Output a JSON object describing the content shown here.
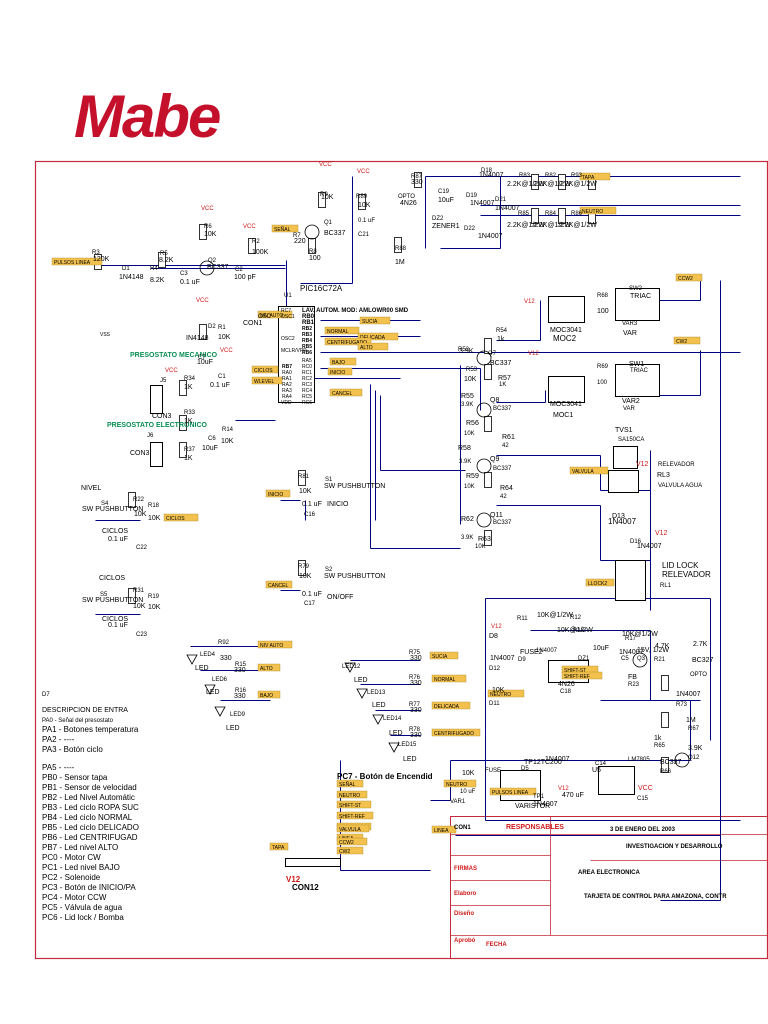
{
  "logo": "Mabe",
  "colors": {
    "brand": "#c5102c",
    "border": "#c52a3a",
    "wire": "#000080",
    "label_bg": "#f2c14e",
    "green_text": "#0a8f55",
    "red_text": "#d01818"
  },
  "labels": [
    {
      "text": "VCC",
      "c": "r"
    },
    {
      "text": "VCC",
      "c": "r"
    },
    {
      "text": "VCC",
      "c": "r"
    },
    {
      "text": "VCC",
      "c": "r"
    },
    {
      "text": "VCC",
      "c": "r"
    },
    {
      "text": "VCC",
      "c": "r"
    },
    {
      "text": "VCC",
      "c": "r"
    },
    {
      "text": "R87",
      "c": "k"
    },
    {
      "text": "330",
      "c": "k"
    },
    {
      "text": "D18",
      "c": "k"
    },
    {
      "text": "1N4007",
      "c": "k"
    },
    {
      "text": "R83",
      "c": "k"
    },
    {
      "text": "2.2K@1/2W",
      "c": "k"
    },
    {
      "text": "R82",
      "c": "k"
    },
    {
      "text": "2.2K@1/2W",
      "c": "k"
    },
    {
      "text": "R93",
      "c": "k"
    },
    {
      "text": "2.2K@1/2W",
      "c": "k"
    },
    {
      "text": "R9",
      "c": "k"
    },
    {
      "text": "10K",
      "c": "k"
    },
    {
      "text": "R89",
      "c": "k"
    },
    {
      "text": "10K",
      "c": "k"
    },
    {
      "text": "OPTO",
      "c": "k"
    },
    {
      "text": "4N26",
      "c": "k"
    },
    {
      "text": "C19",
      "c": "k"
    },
    {
      "text": "10uF",
      "c": "k"
    },
    {
      "text": "D19",
      "c": "k"
    },
    {
      "text": "1N4007",
      "c": "k"
    },
    {
      "text": "D21",
      "c": "k"
    },
    {
      "text": "1N4007",
      "c": "k"
    },
    {
      "text": "R6",
      "c": "k"
    },
    {
      "text": "10K",
      "c": "k"
    },
    {
      "text": "Q1",
      "c": "k"
    },
    {
      "text": "BC337",
      "c": "k"
    },
    {
      "text": "0.1 uF",
      "c": "k"
    },
    {
      "text": "C21",
      "c": "k"
    },
    {
      "text": "DZ2",
      "c": "k"
    },
    {
      "text": "ZENER1",
      "c": "k"
    },
    {
      "text": "D22",
      "c": "k"
    },
    {
      "text": "1N4007",
      "c": "k"
    },
    {
      "text": "R85",
      "c": "k"
    },
    {
      "text": "2.2K@1/2W",
      "c": "k"
    },
    {
      "text": "R84",
      "c": "k"
    },
    {
      "text": "2.2K@1/2W",
      "c": "k"
    },
    {
      "text": "R86",
      "c": "k"
    },
    {
      "text": "2.2K@1/2W",
      "c": "k"
    },
    {
      "text": "R7",
      "c": "k"
    },
    {
      "text": "220",
      "c": "k"
    },
    {
      "text": "R8",
      "c": "k"
    },
    {
      "text": "100",
      "c": "k"
    },
    {
      "text": "R2",
      "c": "k"
    },
    {
      "text": "100K",
      "c": "k"
    },
    {
      "text": "C2",
      "c": "k"
    },
    {
      "text": "100 pF",
      "c": "k"
    },
    {
      "text": "R88",
      "c": "k"
    },
    {
      "text": "1M",
      "c": "k"
    },
    {
      "text": "R3",
      "c": "k"
    },
    {
      "text": "120K",
      "c": "k"
    },
    {
      "text": "R5",
      "c": "k"
    },
    {
      "text": "8.2K",
      "c": "k"
    },
    {
      "text": "Q2",
      "c": "k"
    },
    {
      "text": "BC337",
      "c": "k"
    },
    {
      "text": "D1",
      "c": "k"
    },
    {
      "text": "1N4148",
      "c": "k"
    },
    {
      "text": "R4",
      "c": "k"
    },
    {
      "text": "8.2K",
      "c": "k"
    },
    {
      "text": "C3",
      "c": "k"
    },
    {
      "text": "0.1 uF",
      "c": "k"
    },
    {
      "text": "U1",
      "c": "k"
    },
    {
      "text": "PIC16C72A",
      "c": "k"
    },
    {
      "text": "OSC",
      "c": "k"
    },
    {
      "text": "CON1",
      "c": "k"
    },
    {
      "text": "D2",
      "c": "k"
    },
    {
      "text": "IN4148",
      "c": "k"
    },
    {
      "text": "R1",
      "c": "k"
    },
    {
      "text": "10K",
      "c": "k"
    },
    {
      "text": "PRESOSTATO MECANICO",
      "c": "g"
    },
    {
      "text": "PRESOSTATO ELECTRONICO",
      "c": "g"
    },
    {
      "text": "R34",
      "c": "k"
    },
    {
      "text": "1K",
      "c": "k"
    },
    {
      "text": "J5",
      "c": "k"
    },
    {
      "text": "CON3",
      "c": "k"
    },
    {
      "text": "C1",
      "c": "k"
    },
    {
      "text": "0.1 uF",
      "c": "k"
    },
    {
      "text": "C7",
      "c": "k"
    },
    {
      "text": "10uF",
      "c": "k"
    },
    {
      "text": "R33",
      "c": "k"
    },
    {
      "text": "1K",
      "c": "k"
    },
    {
      "text": "R14",
      "c": "k"
    },
    {
      "text": "10K",
      "c": "k"
    },
    {
      "text": "C6",
      "c": "k"
    },
    {
      "text": "10uF",
      "c": "k"
    },
    {
      "text": "J6",
      "c": "k"
    },
    {
      "text": "CON3",
      "c": "k"
    },
    {
      "text": "R37",
      "c": "k"
    },
    {
      "text": "1K",
      "c": "k"
    },
    {
      "text": "NIVEL",
      "c": "k"
    },
    {
      "text": "S4",
      "c": "k"
    },
    {
      "text": "SW PUSHBUTTON",
      "c": "k"
    },
    {
      "text": "R22",
      "c": "k"
    },
    {
      "text": "10K",
      "c": "k"
    },
    {
      "text": "R18",
      "c": "k"
    },
    {
      "text": "10K",
      "c": "k"
    },
    {
      "text": "CICLOS",
      "c": "k"
    },
    {
      "text": "0.1 uF",
      "c": "k"
    },
    {
      "text": "C22",
      "c": "k"
    },
    {
      "text": "CICLOS",
      "c": "k"
    },
    {
      "text": "S5",
      "c": "k"
    },
    {
      "text": "SW PUSHBUTTON",
      "c": "k"
    },
    {
      "text": "R31",
      "c": "k"
    },
    {
      "text": "10K",
      "c": "k"
    },
    {
      "text": "R19",
      "c": "k"
    },
    {
      "text": "10K",
      "c": "k"
    },
    {
      "text": "CICLOS",
      "c": "k"
    },
    {
      "text": "0.1 uF",
      "c": "k"
    },
    {
      "text": "C23",
      "c": "k"
    },
    {
      "text": "R81",
      "c": "k"
    },
    {
      "text": "10K",
      "c": "k"
    },
    {
      "text": "S1",
      "c": "k"
    },
    {
      "text": "SW PUSHBUTTON",
      "c": "k"
    },
    {
      "text": "INICIO",
      "c": "k"
    },
    {
      "text": "0.1 uF",
      "c": "k"
    },
    {
      "text": "C16",
      "c": "k"
    },
    {
      "text": "R79",
      "c": "k"
    },
    {
      "text": "10K",
      "c": "k"
    },
    {
      "text": "S2",
      "c": "k"
    },
    {
      "text": "SW PUSHBUTTON",
      "c": "k"
    },
    {
      "text": "ON/OFF",
      "c": "k"
    },
    {
      "text": "0.1 uF",
      "c": "k"
    },
    {
      "text": "C17",
      "c": "k"
    },
    {
      "text": "R92",
      "c": "k"
    },
    {
      "text": "330",
      "c": "k"
    },
    {
      "text": "LED4",
      "c": "k"
    },
    {
      "text": "LED",
      "c": "k"
    },
    {
      "text": "R15",
      "c": "k"
    },
    {
      "text": "330",
      "c": "k"
    },
    {
      "text": "LED6",
      "c": "k"
    },
    {
      "text": "LED",
      "c": "k"
    },
    {
      "text": "R16",
      "c": "k"
    },
    {
      "text": "330",
      "c": "k"
    },
    {
      "text": "LED9",
      "c": "k"
    },
    {
      "text": "LED",
      "c": "k"
    },
    {
      "text": "R75",
      "c": "k"
    },
    {
      "text": "330",
      "c": "k"
    },
    {
      "text": "LED12",
      "c": "k"
    },
    {
      "text": "LED",
      "c": "k"
    },
    {
      "text": "R76",
      "c": "k"
    },
    {
      "text": "330",
      "c": "k"
    },
    {
      "text": "LED13",
      "c": "k"
    },
    {
      "text": "LED",
      "c": "k"
    },
    {
      "text": "R77",
      "c": "k"
    },
    {
      "text": "330",
      "c": "k"
    },
    {
      "text": "LED14",
      "c": "k"
    },
    {
      "text": "LED",
      "c": "k"
    },
    {
      "text": "R78",
      "c": "k"
    },
    {
      "text": "330",
      "c": "k"
    },
    {
      "text": "LED15",
      "c": "k"
    },
    {
      "text": "LED",
      "c": "k"
    },
    {
      "text": "V12",
      "c": "r"
    },
    {
      "text": "R68",
      "c": "k"
    },
    {
      "text": "100",
      "c": "k"
    },
    {
      "text": "SW2",
      "c": "k"
    },
    {
      "text": "TRIAC",
      "c": "k"
    },
    {
      "text": "R54",
      "c": "k"
    },
    {
      "text": "1k",
      "c": "k"
    },
    {
      "text": "MOC3041",
      "c": "k"
    },
    {
      "text": "MOC2",
      "c": "k"
    },
    {
      "text": "VAR3",
      "c": "k"
    },
    {
      "text": "VAR",
      "c": "k"
    },
    {
      "text": "R52",
      "c": "k"
    },
    {
      "text": "3.9K",
      "c": "k"
    },
    {
      "text": "Q7",
      "c": "k"
    },
    {
      "text": "BC337",
      "c": "k"
    },
    {
      "text": "R53",
      "c": "k"
    },
    {
      "text": "10K",
      "c": "k"
    },
    {
      "text": "V12",
      "c": "r"
    },
    {
      "text": "R57",
      "c": "k"
    },
    {
      "text": "1K",
      "c": "k"
    },
    {
      "text": "R55",
      "c": "k"
    },
    {
      "text": "3.9K",
      "c": "k"
    },
    {
      "text": "Q8",
      "c": "k"
    },
    {
      "text": "BC337",
      "c": "k"
    },
    {
      "text": "R56",
      "c": "k"
    },
    {
      "text": "10K",
      "c": "k"
    },
    {
      "text": "MOC3041",
      "c": "k"
    },
    {
      "text": "MOC1",
      "c": "k"
    },
    {
      "text": "R69",
      "c": "k"
    },
    {
      "text": "100",
      "c": "k"
    },
    {
      "text": "SW1",
      "c": "k"
    },
    {
      "text": "TRIAC",
      "c": "k"
    },
    {
      "text": "VAR2",
      "c": "k"
    },
    {
      "text": "VAR",
      "c": "k"
    },
    {
      "text": "TVS1",
      "c": "k"
    },
    {
      "text": "SA150CA",
      "c": "k"
    },
    {
      "text": "R61",
      "c": "k"
    },
    {
      "text": "42",
      "c": "k"
    },
    {
      "text": "R58",
      "c": "k"
    },
    {
      "text": "3.9K",
      "c": "k"
    },
    {
      "text": "Q9",
      "c": "k"
    },
    {
      "text": "BC337",
      "c": "k"
    },
    {
      "text": "R59",
      "c": "k"
    },
    {
      "text": "10K",
      "c": "k"
    },
    {
      "text": "V12",
      "c": "r"
    },
    {
      "text": "RELEVADOR",
      "c": "k"
    },
    {
      "text": "RL3",
      "c": "k"
    },
    {
      "text": "VALVULA AGUA",
      "c": "k"
    },
    {
      "text": "D13",
      "c": "k"
    },
    {
      "text": "1N4007",
      "c": "k"
    },
    {
      "text": "R64",
      "c": "k"
    },
    {
      "text": "42",
      "c": "k"
    },
    {
      "text": "R62",
      "c": "k"
    },
    {
      "text": "3.9K",
      "c": "k"
    },
    {
      "text": "Q11",
      "c": "k"
    },
    {
      "text": "BC337",
      "c": "k"
    },
    {
      "text": "R63",
      "c": "k"
    },
    {
      "text": "10K",
      "c": "k"
    },
    {
      "text": "V12",
      "c": "r"
    },
    {
      "text": "D16",
      "c": "k"
    },
    {
      "text": "1N4007",
      "c": "k"
    },
    {
      "text": "LID LOCK",
      "c": "k"
    },
    {
      "text": "RELEVADOR",
      "c": "k"
    },
    {
      "text": "RL1",
      "c": "k"
    },
    {
      "text": "R11",
      "c": "k"
    },
    {
      "text": "10K@1/2W",
      "c": "k"
    },
    {
      "text": "R12",
      "c": "k"
    },
    {
      "text": "10K@1/2W",
      "c": "k"
    },
    {
      "text": "R13",
      "c": "k"
    },
    {
      "text": "10K@1/2W",
      "c": "k"
    },
    {
      "text": "R17",
      "c": "k"
    },
    {
      "text": "4.7K",
      "c": "k"
    },
    {
      "text": "R21",
      "c": "k"
    },
    {
      "text": "2.7K",
      "c": "k"
    },
    {
      "text": "V12",
      "c": "r"
    },
    {
      "text": "D8",
      "c": "k"
    },
    {
      "text": "1N4007",
      "c": "k"
    },
    {
      "text": "FUSE2",
      "c": "k"
    },
    {
      "text": "D9",
      "c": "k"
    },
    {
      "text": "1N4007",
      "c": "k"
    },
    {
      "text": "D12",
      "c": "k"
    },
    {
      "text": "1N4007",
      "c": "k"
    },
    {
      "text": "C5",
      "c": "k"
    },
    {
      "text": "10uF",
      "c": "k"
    },
    {
      "text": "DZ1",
      "c": "k"
    },
    {
      "text": "15V, 1/2W",
      "c": "k"
    },
    {
      "text": "Q3",
      "c": "k"
    },
    {
      "text": "BC327",
      "c": "k"
    },
    {
      "text": "OPTO",
      "c": "k"
    },
    {
      "text": "4N26",
      "c": "k"
    },
    {
      "text": "C18",
      "c": "k"
    },
    {
      "text": "FB",
      "c": "k"
    },
    {
      "text": "R23",
      "c": "k"
    },
    {
      "text": "10K",
      "c": "k"
    },
    {
      "text": "D11",
      "c": "k"
    },
    {
      "text": "1N4007",
      "c": "k"
    },
    {
      "text": "R73",
      "c": "k"
    },
    {
      "text": "1M",
      "c": "k"
    },
    {
      "text": "R67",
      "c": "k"
    },
    {
      "text": "1k",
      "c": "k"
    },
    {
      "text": "R65",
      "c": "k"
    },
    {
      "text": "3.9K",
      "c": "k"
    },
    {
      "text": "Q12",
      "c": "k"
    },
    {
      "text": "BC337",
      "c": "k"
    },
    {
      "text": "R66",
      "c": "k"
    },
    {
      "text": "10K",
      "c": "k"
    },
    {
      "text": "FUSE",
      "c": "k"
    },
    {
      "text": "TP12TC200",
      "c": "k"
    },
    {
      "text": "D5",
      "c": "k"
    },
    {
      "text": "1N4007",
      "c": "k"
    },
    {
      "text": "V12",
      "c": "r"
    },
    {
      "text": "470 uF",
      "c": "k"
    },
    {
      "text": "C14",
      "c": "k"
    },
    {
      "text": "U5",
      "c": "k"
    },
    {
      "text": "LM7805",
      "c": "k"
    },
    {
      "text": "VCC",
      "c": "r"
    },
    {
      "text": "C15",
      "c": "k"
    },
    {
      "text": "10 uF",
      "c": "k"
    },
    {
      "text": "VAR1",
      "c": "k"
    },
    {
      "text": "VARISTOR",
      "c": "k"
    },
    {
      "text": "TP1",
      "c": "k"
    },
    {
      "text": "1N4007",
      "c": "k"
    },
    {
      "text": "D7",
      "c": "k"
    },
    {
      "text": "DESCRIPCION DE ENTRA",
      "c": "k"
    },
    {
      "text": "PA0 - Señal del presostato",
      "c": "k"
    },
    {
      "text": "PA1 - Botones temperatura",
      "c": "k"
    },
    {
      "text": "PA2 - ----",
      "c": "k"
    },
    {
      "text": "PA3 - Botón ciclo",
      "c": "k"
    },
    {
      "text": "PA5 - ----",
      "c": "k"
    },
    {
      "text": "PB0 - Sensor tapa",
      "c": "k"
    },
    {
      "text": "PB1 - Sensor de velocidad",
      "c": "k"
    },
    {
      "text": "PB2 - Led Nivel Automátic",
      "c": "k"
    },
    {
      "text": "PB3 - Led ciclo ROPA SUC",
      "c": "k"
    },
    {
      "text": "PB4 - Led ciclo NORMAL",
      "c": "k"
    },
    {
      "text": "PB5 - Led ciclo DELICADO",
      "c": "k"
    },
    {
      "text": "PB6 - Led CENTRIFUGAD",
      "c": "k"
    },
    {
      "text": "PB7 - Led nivel  ALTO",
      "c": "k"
    },
    {
      "text": "PC0 - Motor CW",
      "c": "k"
    },
    {
      "text": "PC1 - Led nivel BAJO",
      "c": "k"
    },
    {
      "text": "PC2 - Solenoide",
      "c": "k"
    },
    {
      "text": "PC3 - Botón de INICIO/PA",
      "c": "k"
    },
    {
      "text": "PC4 - Motor CCW",
      "c": "k"
    },
    {
      "text": "PC5 - Válvula de agua",
      "c": "k"
    },
    {
      "text": "PC6 - Lid lock / Bomba",
      "c": "k"
    },
    {
      "text": "PC7 - Botón de Encendid",
      "c": "k"
    },
    {
      "text": "V12",
      "c": "r"
    },
    {
      "text": "CON12",
      "c": "k"
    },
    {
      "text": "CON1",
      "c": "k"
    },
    {
      "text": "RESPONSABLES",
      "c": "r"
    },
    {
      "text": "FIRMAS",
      "c": "r"
    },
    {
      "text": "Elaboro",
      "c": "r"
    },
    {
      "text": "Diseño",
      "c": "r"
    },
    {
      "text": "Aprobó",
      "c": "r"
    },
    {
      "text": "FECHA",
      "c": "r"
    },
    {
      "text": "3 DE ENERO DEL 2003",
      "c": "k"
    },
    {
      "text": "INVESTIGACION Y DESARROLLO",
      "c": "k"
    },
    {
      "text": "AREA ELECTRONICA",
      "c": "k"
    },
    {
      "text": "TARJETA DE CONTROL PARA AMAZONA, CONTR",
      "c": "k"
    },
    {
      "text": "LAV. AUTOM. MOD: AMLOWR00   SMD",
      "c": "k"
    },
    {
      "text": "RB0",
      "c": "k"
    },
    {
      "text": "RB1",
      "c": "k"
    },
    {
      "text": "RB2",
      "c": "k"
    },
    {
      "text": "RB3",
      "c": "k"
    },
    {
      "text": "RB4",
      "c": "k"
    },
    {
      "text": "RB5",
      "c": "k"
    },
    {
      "text": "RB6",
      "c": "k"
    },
    {
      "text": "RB7",
      "c": "k"
    },
    {
      "text": "RA0",
      "c": "k"
    },
    {
      "text": "RA1",
      "c": "k"
    },
    {
      "text": "RA2",
      "c": "k"
    },
    {
      "text": "RA3",
      "c": "k"
    },
    {
      "text": "RA4",
      "c": "k"
    },
    {
      "text": "RA5",
      "c": "k"
    },
    {
      "text": "RC0",
      "c": "k"
    },
    {
      "text": "RC1",
      "c": "k"
    },
    {
      "text": "RC2",
      "c": "k"
    },
    {
      "text": "RC3",
      "c": "k"
    },
    {
      "text": "RC4",
      "c": "k"
    },
    {
      "text": "RC5",
      "c": "k"
    },
    {
      "text": "RC6",
      "c": "k"
    },
    {
      "text": "RC7",
      "c": "k"
    },
    {
      "text": "OSC1",
      "c": "k"
    },
    {
      "text": "OSC2",
      "c": "k"
    },
    {
      "text": "MCLR/VPP",
      "c": "k"
    },
    {
      "text": "VDD",
      "c": "k"
    },
    {
      "text": "VSS",
      "c": "k"
    }
  ],
  "net_tags": [
    "TAPA",
    "NEUTRO",
    "SEÑAL",
    "PULSOS LINEA",
    "NIV AUTO",
    "SUCIA",
    "NORMAL",
    "DELICADA",
    "CENTRIFUGADO",
    "ALTO",
    "BAJO",
    "CICLOS",
    "WLEVEL",
    "INICIO",
    "CANCEL",
    "VALVULA",
    "LLOCK2",
    "CW2",
    "CCW2",
    "SHIFT-ST",
    "SHIFT-REF",
    "NEUTRO",
    "NEUTRO",
    "PULSOS LINEA",
    "LINEA",
    "NIV AUTO",
    "ALTO",
    "BAJO",
    "SUCIA",
    "NORMAL",
    "DELICADA",
    "CENTRIFUGADO",
    "INICIO",
    "CANCEL",
    "CICLOS",
    "SEÑAL",
    "NEUTRO",
    "SHIFT-ST",
    "SHIFT-REF",
    "LLOCK2",
    "LINEA",
    "VALVULA",
    "CCW2",
    "CW2",
    "TAPA"
  ]
}
